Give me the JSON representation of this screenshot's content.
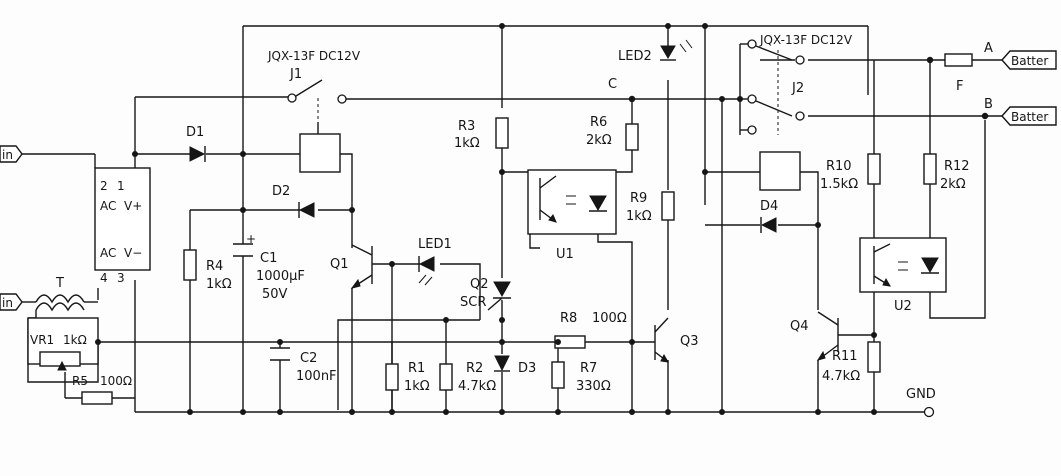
{
  "labels": {
    "relay1_model": "JQX-13F  DC12V",
    "relay2_model": "JQX-13F  DC12V",
    "j1": "J1",
    "j2": "J2",
    "d1": "D1",
    "d2": "D2",
    "d3": "D3",
    "d4": "D4",
    "led1": "LED1",
    "led2": "LED2",
    "c_node": "C",
    "a_node": "A",
    "b_node": "B",
    "fuse": "F",
    "r1": "R1",
    "r1_val": "1kΩ",
    "r2": "R2",
    "r2_val": "4.7kΩ",
    "r3": "R3",
    "r3_val": "1kΩ",
    "r4": "R4",
    "r4_val": "1kΩ",
    "r5": "R5",
    "r5_val": "100Ω",
    "r6": "R6",
    "r6_val": "2kΩ",
    "r7": "R7",
    "r7_val": "330Ω",
    "r8": "R8",
    "r8_val": "100Ω",
    "r9": "R9",
    "r9_val": "1kΩ",
    "r10": "R10",
    "r10_val": "1.5kΩ",
    "r11": "R11",
    "r11_val": "4.7kΩ",
    "r12": "R12",
    "r12_val": "2kΩ",
    "c1": "C1",
    "c1_val": "1000μF",
    "c1_v": "50V",
    "c1_plus": "+",
    "c2": "C2",
    "c2_val": "100nF",
    "q1": "Q1",
    "q2": "Q2",
    "q2_type": "SCR",
    "q3": "Q3",
    "q4": "Q4",
    "u1": "U1",
    "u2": "U2",
    "t": "T",
    "vr1": "VR1",
    "vr1_val": "1kΩ",
    "gnd": "GND",
    "in1": "in",
    "in2": "in",
    "batter_a": "Batter",
    "batter_b": "Batter",
    "rect_pin2": "2",
    "rect_pin1": "1",
    "rect_pin4": "4",
    "rect_pin3": "3",
    "rect_ac_top": "AC",
    "rect_vplus": "V+",
    "rect_ac_bot": "AC",
    "rect_vminus": "V−"
  }
}
